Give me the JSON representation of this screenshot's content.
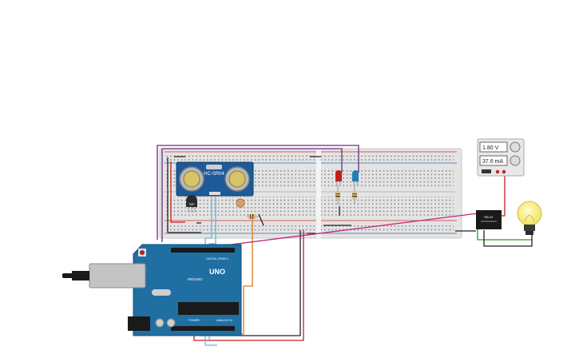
{
  "sensor": {
    "model": "HC-SR04"
  },
  "temp_sensor": {
    "label": "TMP"
  },
  "arduino": {
    "logo_text": "ARDUINO",
    "model": "UNO",
    "digital_label": "DIGITAL (PWM~)",
    "power_label": "POWER",
    "analog_label": "ANALOG IN"
  },
  "power_supply": {
    "voltage": "1.80 V",
    "current": "37.6 mA"
  },
  "relay": {
    "label": "RELAY"
  },
  "colors": {
    "breadboard": "#e3e3e3",
    "rail_red": "#d0322d",
    "rail_blue": "#2f6fb2",
    "arduino_blue": "#1f6fa3",
    "wire_purple": "#6b2a7c",
    "wire_black": "#222222",
    "wire_red": "#c81e1e",
    "wire_cyan": "#6fb6d0",
    "wire_orange": "#e07a1a",
    "wire_magenta": "#c2247a",
    "wire_green": "#2a9a3a",
    "bulb": "#f5ea6a"
  }
}
